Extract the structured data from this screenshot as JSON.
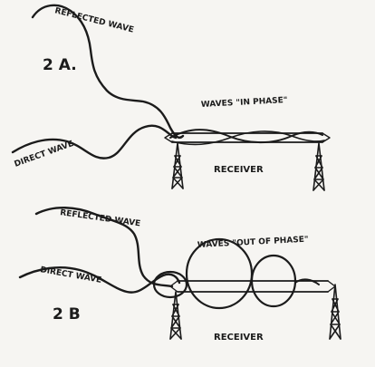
{
  "figure_a": {
    "label": "2 A.",
    "reflected_wave": "REFLECTED WAVE",
    "direct_wave": "DIRECT WAVE",
    "phase_note": "WAVES \"IN PHASE\"",
    "receiver": "RECEIVER"
  },
  "figure_b": {
    "label": "2 B",
    "reflected_wave": "REFLECTED WAVE",
    "direct_wave": "DIRECT WAVE",
    "phase_note": "WAVES \"OUT OF PHASE\"",
    "receiver": "RECEIVER"
  }
}
